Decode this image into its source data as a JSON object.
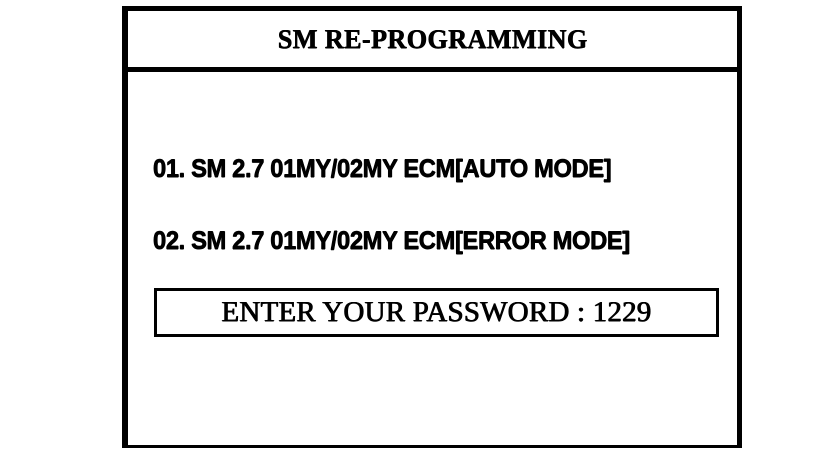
{
  "window": {
    "title": "SM RE-PROGRAMMING"
  },
  "menu": {
    "items": [
      {
        "label": "01. SM 2.7 01MY/02MY ECM[AUTO MODE]"
      },
      {
        "label": "02. SM 2.7 01MY/02MY ECM[ERROR MODE]"
      }
    ]
  },
  "password": {
    "prompt_value": "ENTER YOUR PASSWORD : 1229",
    "prompt_label": "ENTER YOUR PASSWORD :",
    "value": "1229"
  },
  "colors": {
    "foreground": "#000000",
    "background": "#ffffff"
  }
}
